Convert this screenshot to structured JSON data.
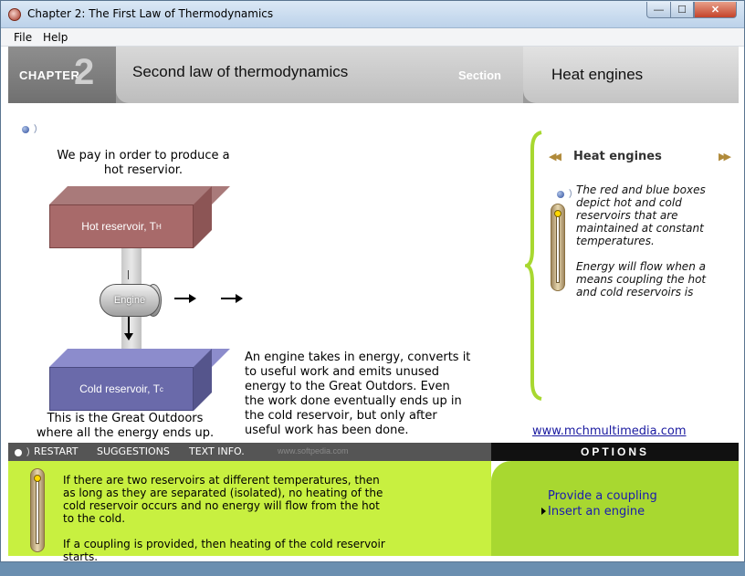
{
  "window": {
    "title": "Chapter 2: The First Law of Thermodynamics",
    "min": "—",
    "max": "☐",
    "close": "✕"
  },
  "menu": {
    "file": "File",
    "help": "Help"
  },
  "header": {
    "chapter_label": "CHAPTER",
    "chapter_number": "2",
    "title": "Second law of thermodynamics",
    "section_label": "Section",
    "section_title": "Heat engines"
  },
  "diagram": {
    "top_caption": "We pay in order to produce a hot reservior.",
    "hot_label_main": "Hot reservoir, T",
    "hot_label_sub": "H",
    "engine_label": "Engine",
    "cold_label_main": "Cold reservoir, T",
    "cold_label_sub": "c",
    "bottom_caption": "This is the Great Outdoors where all the energy ends up.",
    "explanation": "An engine takes in energy, converts it to useful work and emits unused energy to the Great Outdors.  Even the work done eventually ends up in the cold reservoir, but only after useful work has been done."
  },
  "panel": {
    "title": "Heat engines",
    "prev_icon": "◀◀",
    "next_icon": "▶▶",
    "paragraph1": "The red and blue boxes depict hot and cold reservoirs that are maintained at constant temperatures.",
    "paragraph2": "Energy will flow when a means coupling the hot and cold reservoirs is",
    "website": "www.mchmultimedia.com"
  },
  "toolbar": {
    "restart": "RESTART",
    "suggestions": "SUGGESTIONS",
    "text_info": "TEXT INFO.",
    "watermark": "www.softpedia.com"
  },
  "options": {
    "header": "OPTIONS",
    "items": [
      "Provide a coupling",
      "Insert an engine"
    ],
    "selected_index": 1
  },
  "bottom": {
    "paragraph1": "If there are two reservoirs at different temperatures, then as long as they are separated (isolated), no heating of the cold reservoir occurs and no energy will flow from the hot to the cold.",
    "paragraph2": "If a coupling is provided, then heating of the cold reservoir starts."
  }
}
